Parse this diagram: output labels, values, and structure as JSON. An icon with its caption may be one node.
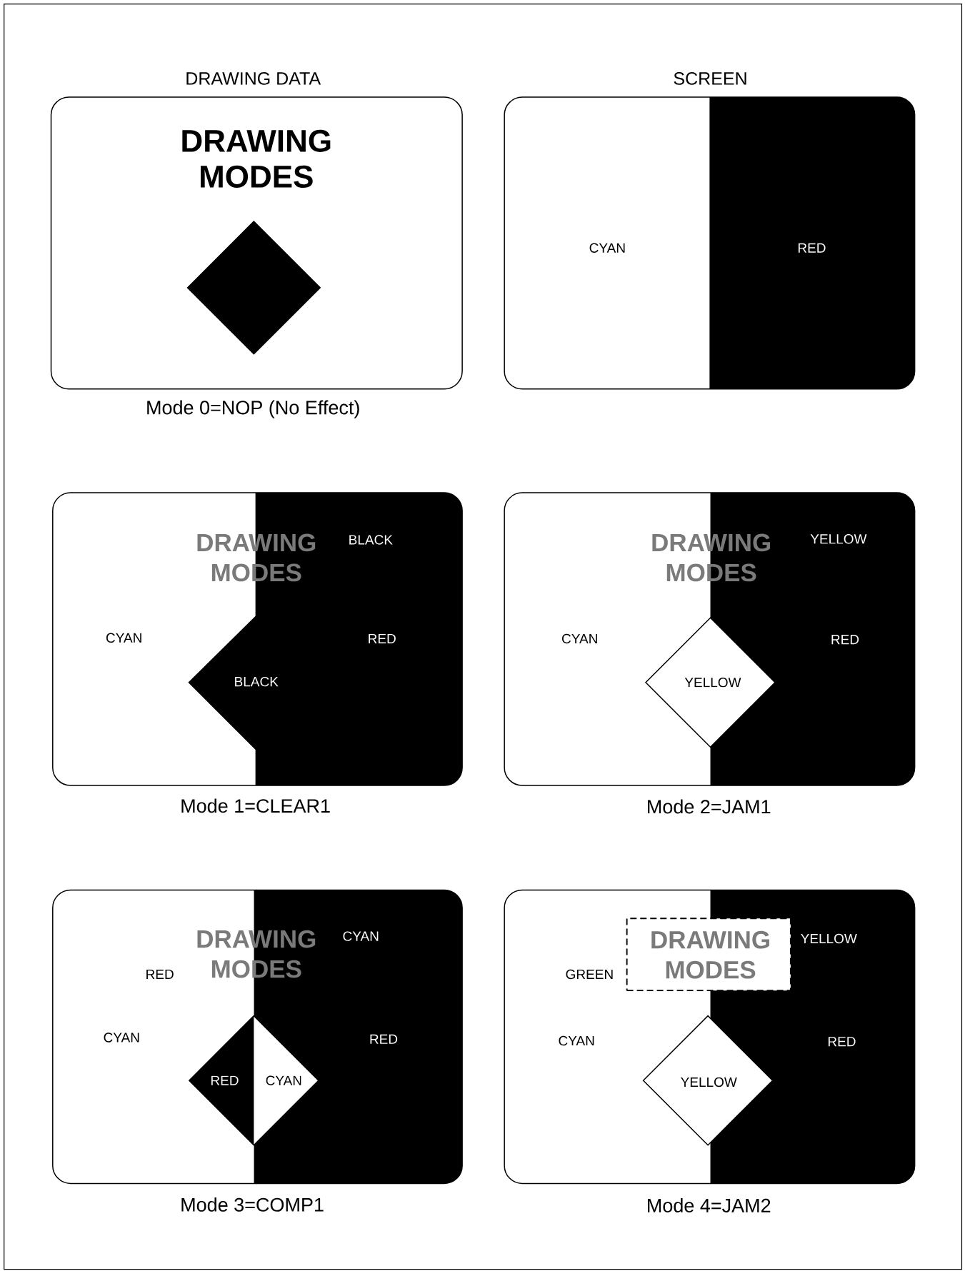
{
  "diagram": {
    "nodes": [
      {
        "text": [
          "DRAWING MODES"
        ],
        "beside": [
          "Mode 0=NOP (No Effect)"
        ]
      },
      {
        "text": [],
        "shape": "diamond",
        "in": 0
      },
      {
        "text": [
          "CYAN",
          "RED"
        ]
      },
      {
        "text": [
          "DRAWING MODES",
          "BLACK",
          "CYAN",
          "RED",
          "BLACK"
        ],
        "beside": [
          "Mode 1=CLEAR1"
        ]
      },
      {
        "text": [
          "DRAWING MODES",
          "YELLOW",
          "CYAN",
          "RED"
        ],
        "beside": [
          "Mode 2=JAM1"
        ]
      },
      {
        "text": [
          "YELLOW"
        ],
        "in": 4
      },
      {
        "text": [
          "DRAWING MODES",
          "CYAN",
          "RED",
          "CYAN",
          "RED"
        ],
        "beside": [
          "Mode 3=COMP1"
        ]
      },
      {
        "text": [
          "RED",
          "CYAN"
        ],
        "in": 6
      },
      {
        "text": [
          "YELLOW",
          "GREEN",
          "CYAN",
          "RED"
        ],
        "beside": [
          "Mode 4=JAM2"
        ]
      },
      {
        "text": [
          "DRAWING MODES"
        ],
        "in": 8
      },
      {
        "text": [
          "YELLOW"
        ],
        "in": 8
      }
    ],
    "labels": [
      "DRAWING DATA",
      "SCREEN"
    ]
  }
}
